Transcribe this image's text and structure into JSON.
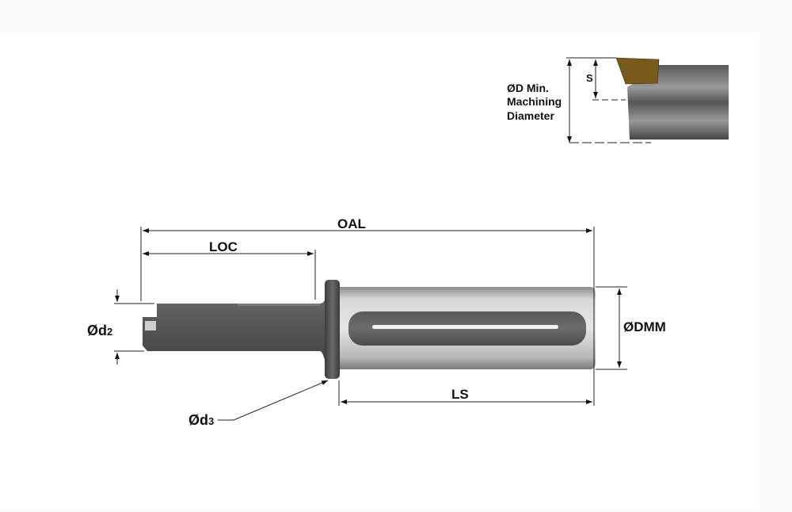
{
  "labels": {
    "oal": "OAL",
    "loc": "LOC",
    "d2_prefix": "Ød",
    "d2_sub": "2",
    "d3_prefix": "Ød",
    "d3_sub": "3",
    "dmm": "ØDMM",
    "ls": "LS",
    "s": "S",
    "min_dia_line1": "ØD Min.",
    "min_dia_line2": "Machining",
    "min_dia_line3": "Diameter"
  },
  "colors": {
    "insert": "#7a5a1c",
    "tool_dark": "#555555",
    "shank_light": "#c8c8c8"
  }
}
